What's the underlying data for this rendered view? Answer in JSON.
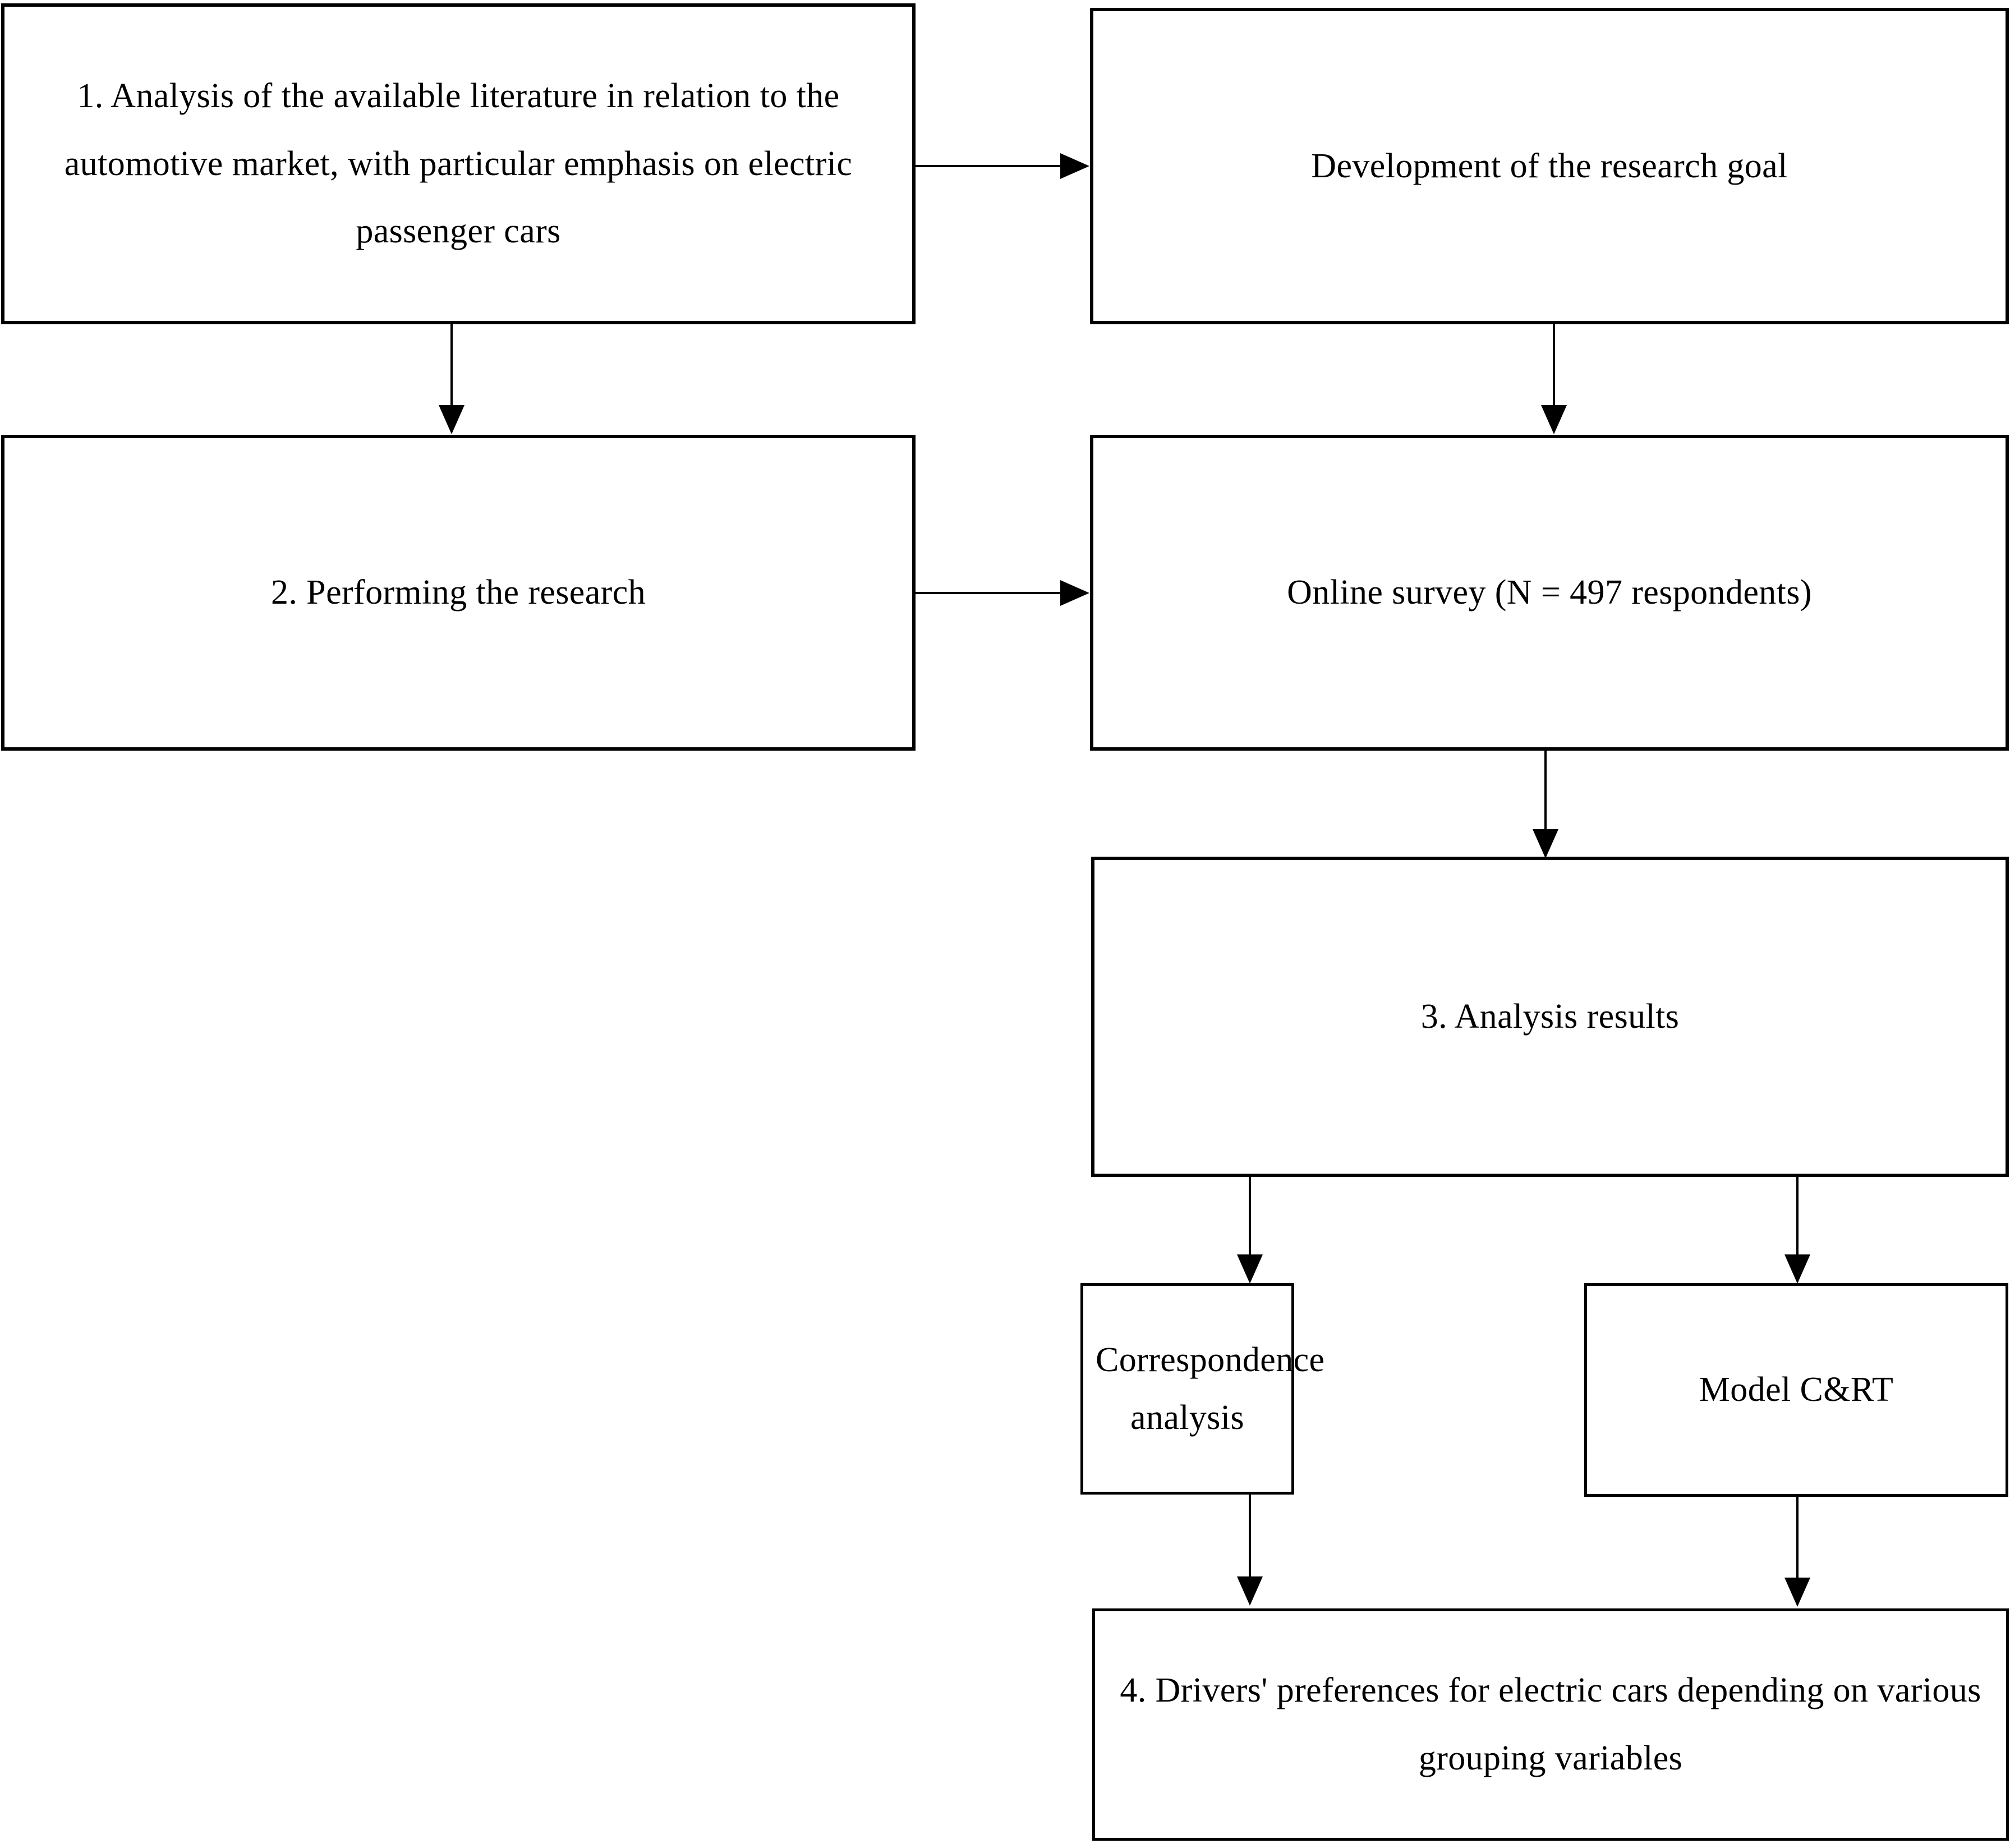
{
  "diagram": {
    "title": "Research methodology flowchart",
    "background_color": "#ffffff",
    "line_color": "#000000",
    "nodes": [
      {
        "id": "literature-analysis",
        "label": "1. Analysis of the available literature in relation to the automotive market, with particular emphasis on electric passenger cars"
      },
      {
        "id": "research-goal",
        "label": "Development  of the research goal"
      },
      {
        "id": "performing-research",
        "label": "2. Performing  the research"
      },
      {
        "id": "online-survey",
        "label": "Online survey (N = 497 respondents)"
      },
      {
        "id": "analysis-results",
        "label": "3. Analysis results"
      },
      {
        "id": "correspondence-analysis",
        "label": "Correspondence\nanalysis"
      },
      {
        "id": "model-cart",
        "label": "Model C&RT"
      },
      {
        "id": "drivers-preferences",
        "label": "4. Drivers' preferences for electric cars depending  on various grouping  variables"
      }
    ],
    "edges": [
      {
        "from": "literature-analysis",
        "to": "research-goal",
        "direction": "right"
      },
      {
        "from": "literature-analysis",
        "to": "performing-research",
        "direction": "down"
      },
      {
        "from": "research-goal",
        "to": "online-survey",
        "direction": "down"
      },
      {
        "from": "performing-research",
        "to": "online-survey",
        "direction": "right"
      },
      {
        "from": "online-survey",
        "to": "analysis-results",
        "direction": "down"
      },
      {
        "from": "analysis-results",
        "to": "correspondence-analysis",
        "direction": "down"
      },
      {
        "from": "analysis-results",
        "to": "model-cart",
        "direction": "down"
      },
      {
        "from": "correspondence-analysis",
        "to": "drivers-preferences",
        "direction": "down"
      },
      {
        "from": "model-cart",
        "to": "drivers-preferences",
        "direction": "down"
      }
    ]
  }
}
